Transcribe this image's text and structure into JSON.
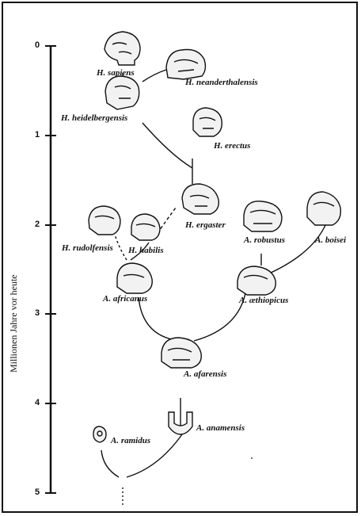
{
  "axis": {
    "label": "Millionen Jahre vor heute",
    "ticks": [
      "0",
      "1",
      "2",
      "3",
      "4",
      "5"
    ]
  },
  "species": {
    "sapiens": "H. sapiens",
    "neanderthalensis": "H. neanderthalensis",
    "heidelbergensis": "H. heidelbergensis",
    "erectus": "H. erectus",
    "ergaster": "H. ergaster",
    "rudolfensis": "H. rudolfensis",
    "habilis": "H. habilis",
    "robustus": "A. robustus",
    "boisei": "A. boisei",
    "africanus": "A. africanus",
    "aethiopicus": "A. æthiopicus",
    "afarensis": "A. afarensis",
    "anamensis": "A. anamensis",
    "ramidus": "A. ramidus"
  }
}
